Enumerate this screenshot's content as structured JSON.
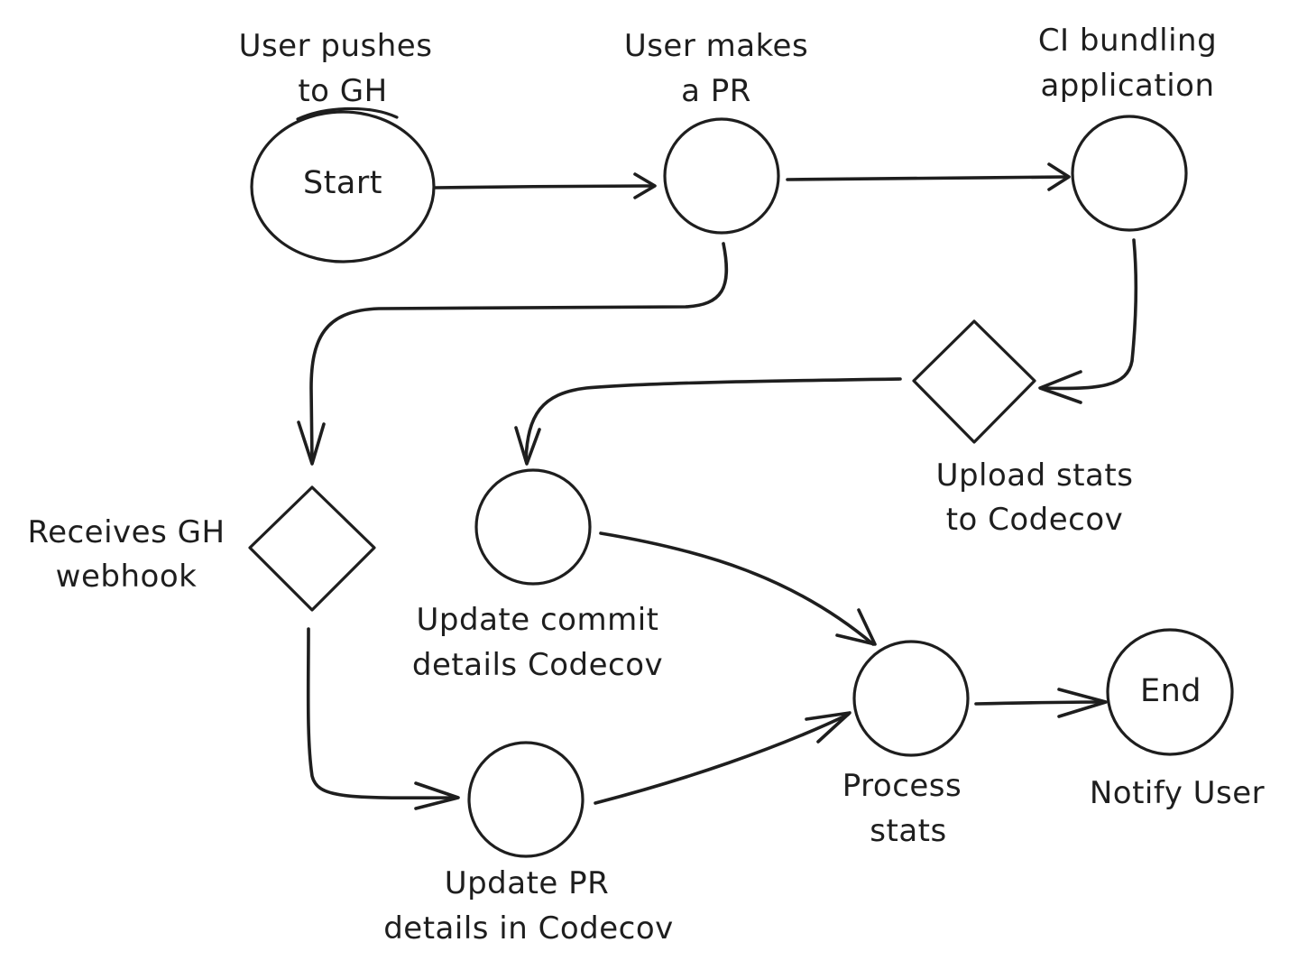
{
  "diagram": {
    "type": "flowchart",
    "stroke_color": "#1e1e1e",
    "background": "#ffffff",
    "nodes": {
      "start": {
        "shape": "circle",
        "text": "Start",
        "label": [
          "User pushes",
          "to GH"
        ]
      },
      "pr": {
        "shape": "circle",
        "text": "",
        "label": [
          "User makes",
          "a PR"
        ]
      },
      "ci": {
        "shape": "circle",
        "text": "",
        "label": [
          "CI bundling",
          "application"
        ]
      },
      "upload": {
        "shape": "diamond",
        "text": "",
        "label": [
          "Upload stats",
          "to Codecov"
        ]
      },
      "webhook": {
        "shape": "diamond",
        "text": "",
        "label": [
          "Receives GH",
          "webhook"
        ]
      },
      "commit": {
        "shape": "circle",
        "text": "",
        "label": [
          "Update commit",
          "details Codecov"
        ]
      },
      "prdetails": {
        "shape": "circle",
        "text": "",
        "label": [
          "Update PR",
          "details in Codecov"
        ]
      },
      "process": {
        "shape": "circle",
        "text": "",
        "label": [
          "Process",
          "stats"
        ]
      },
      "end": {
        "shape": "circle",
        "text": "End",
        "label": [
          "Notify User"
        ]
      }
    },
    "edges": [
      {
        "from": "start",
        "to": "pr"
      },
      {
        "from": "pr",
        "to": "ci"
      },
      {
        "from": "pr",
        "to": "webhook"
      },
      {
        "from": "ci",
        "to": "upload"
      },
      {
        "from": "upload",
        "to": "commit"
      },
      {
        "from": "commit",
        "to": "process"
      },
      {
        "from": "webhook",
        "to": "prdetails"
      },
      {
        "from": "prdetails",
        "to": "process"
      },
      {
        "from": "process",
        "to": "end"
      }
    ]
  }
}
